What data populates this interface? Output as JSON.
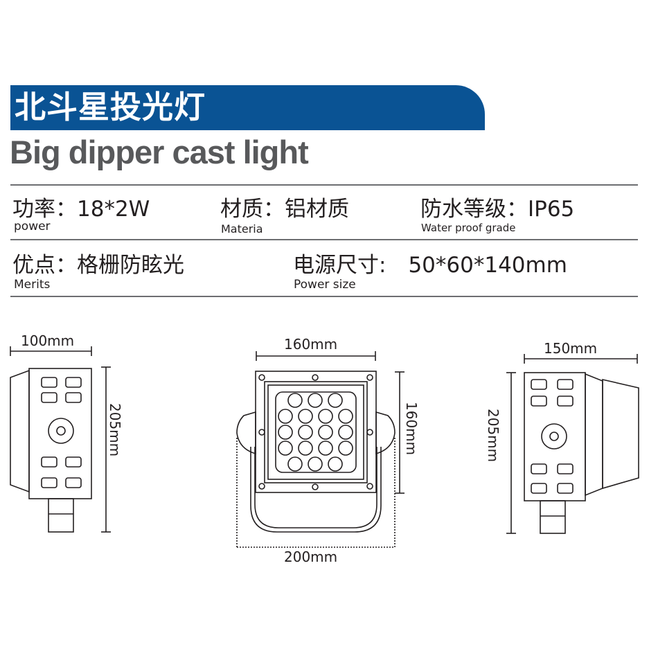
{
  "header": {
    "title_cn": "北斗星投光灯",
    "title_en": "Big dipper cast light",
    "banner_color": "#0a5394"
  },
  "specs": {
    "power": {
      "label_cn": "功率：",
      "value": "18*2W",
      "label_en": "power"
    },
    "material": {
      "label_cn": "材质：",
      "value": "铝材质",
      "label_en": "Materia"
    },
    "waterproof": {
      "label_cn": "防水等级：",
      "value": "IP65",
      "label_en": "Water proof grade"
    },
    "merits": {
      "label_cn": "优点：",
      "value": "格栅防眩光",
      "label_en": "Merits"
    },
    "power_size": {
      "label_cn": "电源尺寸:",
      "value": "50*60*140mm",
      "label_en": "Power size"
    }
  },
  "drawings": {
    "side_left": {
      "width": "100mm",
      "height": "205mm"
    },
    "front": {
      "width": "160mm",
      "height": "160mm",
      "bracket_width": "200mm"
    },
    "side_right": {
      "width": "150mm",
      "height": "205mm"
    }
  }
}
